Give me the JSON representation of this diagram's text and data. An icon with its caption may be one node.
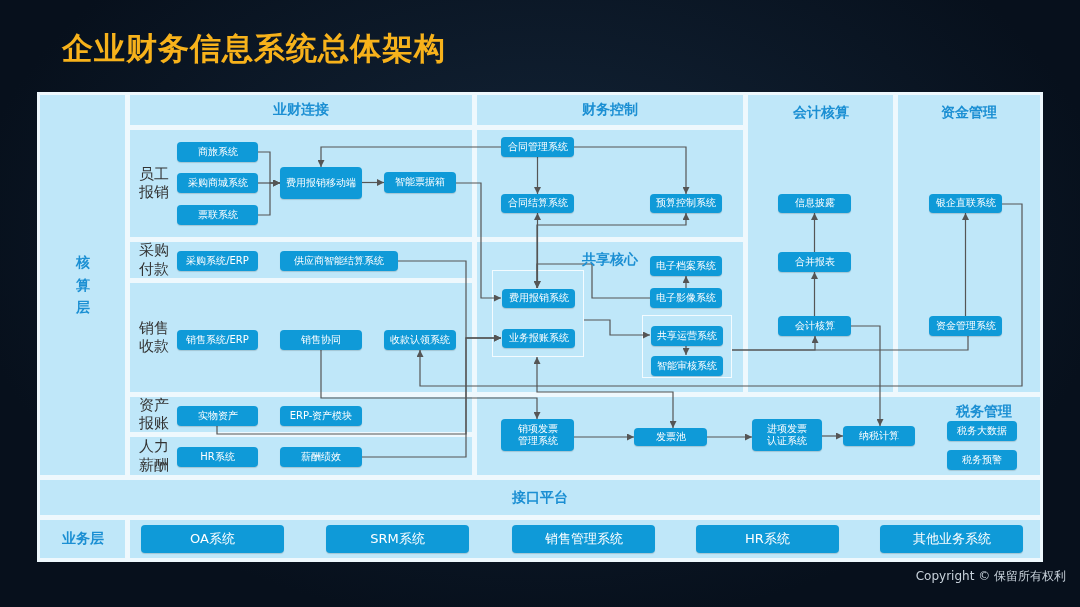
{
  "diagram": {
    "title": "企业财务信息系统总体架构",
    "nodes": [
      {
        "text": [
          "核算层"
        ]
      },
      {
        "text": [
          "业财连接"
        ]
      },
      {
        "text": [
          "员工报销"
        ]
      },
      {
        "text": [
          "采购付款"
        ]
      },
      {
        "text": [
          "销售收款"
        ]
      },
      {
        "text": [
          "资产报账"
        ]
      },
      {
        "text": [
          "人力薪酬"
        ]
      },
      {
        "text": [
          "财务控制"
        ]
      },
      {
        "text": [],
        "shape": "box"
      },
      {
        "text": [
          "共享核心"
        ]
      },
      {
        "text": [
          "会计核算"
        ]
      },
      {
        "text": [
          "资金管理"
        ]
      },
      {
        "text": [
          "税务管理"
        ]
      },
      {
        "text": [
          "接口平台"
        ]
      },
      {
        "text": [
          "业务层"
        ]
      },
      {
        "text": [],
        "shape": "box"
      },
      {
        "text": [
          "商旅系统"
        ],
        "in": 2
      },
      {
        "text": [
          "采购商城系统"
        ],
        "in": 2
      },
      {
        "text": [
          "票联系统"
        ],
        "in": 2
      },
      {
        "text": [
          "费用报销移动端"
        ],
        "in": 2
      },
      {
        "text": [
          "智能票据箱"
        ],
        "in": 2
      },
      {
        "text": [
          "采购系统/ERP"
        ],
        "in": 3
      },
      {
        "text": [
          "供应商智能结算系统"
        ],
        "in": 3
      },
      {
        "text": [
          "销售系统/ERP"
        ],
        "in": 4
      },
      {
        "text": [
          "销售协同"
        ],
        "in": 4
      },
      {
        "text": [
          "收款认领系统"
        ],
        "in": 4
      },
      {
        "text": [
          "实物资产"
        ],
        "in": 5
      },
      {
        "text": [
          "ERP-资产模块"
        ],
        "in": 5
      },
      {
        "text": [
          "HR系统"
        ],
        "in": 6
      },
      {
        "text": [
          "薪酬绩效"
        ],
        "in": 6
      },
      {
        "text": [
          "合同管理系统"
        ],
        "in": 8
      },
      {
        "text": [
          "合同结算系统"
        ],
        "in": 8
      },
      {
        "text": [
          "预算控制系统"
        ],
        "in": 8
      },
      {
        "text": [],
        "shape": "box",
        "in": 9
      },
      {
        "text": [
          "费用报销系统"
        ],
        "in": 33
      },
      {
        "text": [
          "业务报账系统"
        ],
        "in": 33
      },
      {
        "text": [
          "电子档案系统"
        ],
        "in": 9
      },
      {
        "text": [
          "电子影像系统"
        ],
        "in": 9
      },
      {
        "text": [],
        "shape": "box",
        "in": 9
      },
      {
        "text": [
          "共享运营系统"
        ],
        "in": 38
      },
      {
        "text": [
          "智能审核系统"
        ],
        "in": 38
      },
      {
        "text": [
          "信息披露"
        ],
        "in": 10
      },
      {
        "text": [
          "合并报表"
        ],
        "in": 10
      },
      {
        "text": [
          "会计核算"
        ],
        "in": 10
      },
      {
        "text": [
          "银企直联系统"
        ],
        "in": 11
      },
      {
        "text": [
          "资金管理系统"
        ],
        "in": 11
      },
      {
        "text": [
          "销项发票管理系统"
        ],
        "in": 12
      },
      {
        "text": [
          "发票池"
        ],
        "in": 12
      },
      {
        "text": [
          "进项发票认证系统"
        ],
        "in": 12
      },
      {
        "text": [
          "纳税计算"
        ],
        "in": 12
      },
      {
        "text": [
          "税务大数据"
        ],
        "in": 12
      },
      {
        "text": [
          "税务预警"
        ],
        "in": 12
      },
      {
        "text": [
          "OA系统"
        ],
        "in": 15
      },
      {
        "text": [
          "SRM系统"
        ],
        "in": 15
      },
      {
        "text": [
          "销售管理系统"
        ],
        "in": 15
      },
      {
        "text": [
          "HR系统"
        ],
        "in": 15
      },
      {
        "text": [
          "其他业务系统"
        ],
        "in": 15
      }
    ],
    "edges": [
      {
        "from": 16,
        "to": 19,
        "arrow": "to"
      },
      {
        "from": 17,
        "to": 19,
        "arrow": "to"
      },
      {
        "from": 18,
        "to": 19,
        "arrow": "to"
      },
      {
        "from": 19,
        "to": 20,
        "arrow": "to"
      },
      {
        "from": 30,
        "to": 19,
        "arrow": "to"
      },
      {
        "from": 20,
        "to": 34,
        "arrow": "to"
      },
      {
        "from": 30,
        "to": 31,
        "arrow": "to"
      },
      {
        "from": 30,
        "to": 32,
        "arrow": "to"
      },
      {
        "from": 31,
        "to": 34,
        "arrow": "both"
      },
      {
        "from": 34,
        "to": 32,
        "arrow": "to"
      },
      {
        "from": 37,
        "to": 34,
        "arrow": "to"
      },
      {
        "from": 37,
        "to": 36,
        "arrow": "to"
      },
      {
        "from": 33,
        "to": 39,
        "arrow": "to"
      },
      {
        "from": 39,
        "to": 40,
        "arrow": "to"
      },
      {
        "from": 22,
        "to": 35,
        "arrow": "to"
      },
      {
        "from": 26,
        "to": 35,
        "arrow": "to"
      },
      {
        "from": 29,
        "to": 35,
        "arrow": "to"
      },
      {
        "from": 44,
        "to": 25,
        "arrow": "to"
      },
      {
        "from": 24,
        "to": 46,
        "arrow": "to"
      },
      {
        "from": 33,
        "to": 47,
        "arrow": "both"
      },
      {
        "from": 46,
        "to": 47,
        "arrow": "to"
      },
      {
        "from": 47,
        "to": 48,
        "arrow": "to"
      },
      {
        "from": 48,
        "to": 49,
        "arrow": "to"
      },
      {
        "from": 38,
        "to": 43,
        "arrow": "to"
      },
      {
        "from": 38,
        "to": 45,
        "arrow": "none"
      },
      {
        "from": 43,
        "to": 42,
        "arrow": "to"
      },
      {
        "from": 42,
        "to": 41,
        "arrow": "to"
      },
      {
        "from": 45,
        "to": 44,
        "arrow": "to"
      },
      {
        "from": 43,
        "to": 49,
        "arrow": "to"
      }
    ],
    "labels": [
      "Copyright © 保留所有权利"
    ]
  }
}
